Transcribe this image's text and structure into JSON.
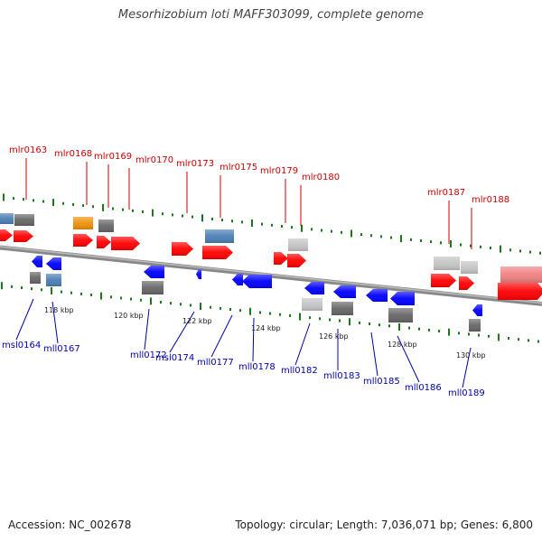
{
  "title": "Mesorhizobium loti MAFF303099, complete genome",
  "footer": {
    "accession": "Accession: NC_002678",
    "summary": "Topology: circular; Length: 7,036,071 bp; Genes: 6,800"
  },
  "colors": {
    "forward_label": "#cc0000",
    "reverse_label": "#0000aa",
    "forward_gene": "#ff0000",
    "reverse_gene": "#0000ff",
    "blue_gray": "#4a7fb5",
    "orange": "#f0900a",
    "dark_gray": "#666666",
    "light_gray": "#c4c4c4",
    "light_red": "#f08080",
    "track_tick": "#1a7a1a",
    "backbone": "#7a7a7a"
  },
  "forward_labels": [
    "mlr0163",
    "mlr0168",
    "mlr0169",
    "mlr0170",
    "mlr0173",
    "mlr0175",
    "mlr0179",
    "mlr0180",
    "mlr0187",
    "mlr0188"
  ],
  "reverse_labels": [
    "msl0164",
    "mll0167",
    "mll0172",
    "msl0174",
    "mll0177",
    "mll0178",
    "mll0182",
    "mll0183",
    "mll0185",
    "mll0186",
    "mll0189"
  ],
  "position_labels": [
    "118 kbp",
    "120 kbp",
    "122 kbp",
    "124 kbp",
    "126 kbp",
    "128 kbp",
    "130 kbp"
  ]
}
